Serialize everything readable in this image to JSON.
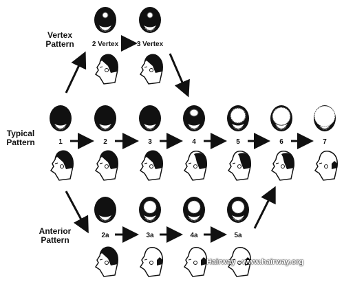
{
  "rows": {
    "vertex": {
      "label_line1": "Vertex",
      "label_line2": "Pattern"
    },
    "typical": {
      "label_line1": "Typical",
      "label_line2": "Pattern"
    },
    "anterior": {
      "label_line1": "Anterior",
      "label_line2": "Pattern"
    }
  },
  "vertex_stages": [
    {
      "label": "2 Vertex",
      "crown": "small"
    },
    {
      "label": "3 Vertex",
      "crown": "small"
    }
  ],
  "typical_stages": [
    {
      "label": "1",
      "crown": "none"
    },
    {
      "label": "2",
      "crown": "none"
    },
    {
      "label": "3",
      "crown": "none"
    },
    {
      "label": "4",
      "crown": "spot"
    },
    {
      "label": "5",
      "crown": "band"
    },
    {
      "label": "6",
      "crown": "wide"
    },
    {
      "label": "7",
      "crown": "bald"
    }
  ],
  "anterior_stages": [
    {
      "label": "2a",
      "crown": "none"
    },
    {
      "label": "3a",
      "crown": "front"
    },
    {
      "label": "4a",
      "crown": "front"
    },
    {
      "label": "5a",
      "crown": "front"
    }
  ],
  "watermark": "Hairway - www.hairway.org",
  "colors": {
    "hair": "#111111",
    "skin": "#ffffff",
    "ink": "#111111"
  }
}
